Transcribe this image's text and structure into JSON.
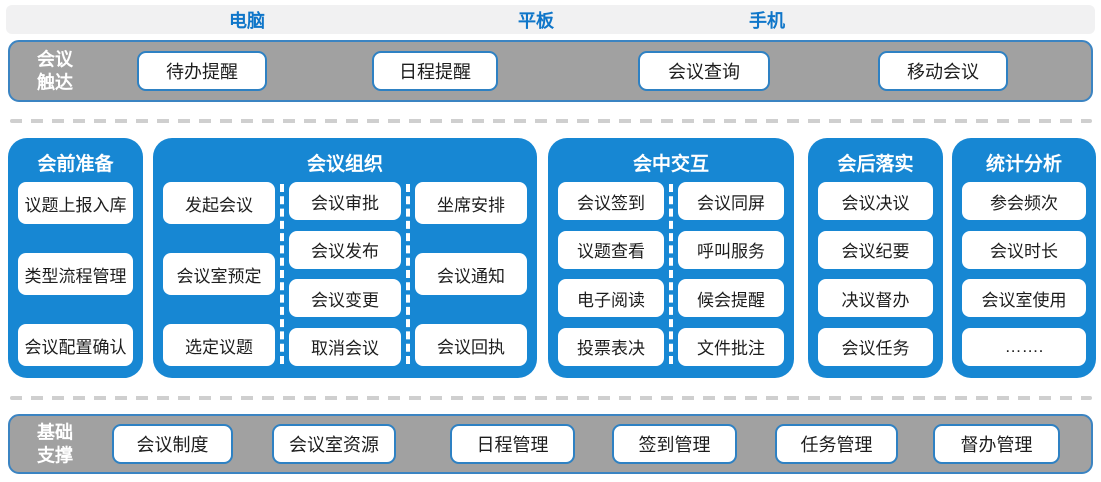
{
  "colors": {
    "phase_blue": "#1787d3",
    "band_gray": "#a1a1a1",
    "border_blue": "#2e81c3",
    "device_label_blue": "#0f76c9",
    "strip_bg": "#f1f1f2"
  },
  "device_strip": {
    "labels": [
      "电脑",
      "平板",
      "手机"
    ]
  },
  "reach_band": {
    "title": "会议\n触达",
    "items": [
      "待办提醒",
      "日程提醒",
      "会议查询",
      "移动会议"
    ]
  },
  "phases": [
    {
      "title": "会前准备",
      "columns": [
        [
          "议题上报入库",
          "类型流程管理",
          "会议配置确认"
        ]
      ]
    },
    {
      "title": "会议组织",
      "columns": [
        [
          "发起会议",
          "会议室预定",
          "选定议题"
        ],
        [
          "会议审批",
          "会议发布",
          "会议变更",
          "取消会议"
        ],
        [
          "坐席安排",
          "会议通知",
          "会议回执"
        ]
      ]
    },
    {
      "title": "会中交互",
      "columns": [
        [
          "会议签到",
          "议题查看",
          "电子阅读",
          "投票表决"
        ],
        [
          "会议同屏",
          "呼叫服务",
          "候会提醒",
          "文件批注"
        ]
      ]
    },
    {
      "title": "会后落实",
      "columns": [
        [
          "会议决议",
          "会议纪要",
          "决议督办",
          "会议任务"
        ]
      ]
    },
    {
      "title": "统计分析",
      "columns": [
        [
          "参会频次",
          "会议时长",
          "会议室使用",
          "……."
        ]
      ]
    }
  ],
  "support_band": {
    "title": "基础\n支撑",
    "items": [
      "会议制度",
      "会议室资源",
      "日程管理",
      "签到管理",
      "任务管理",
      "督办管理"
    ]
  }
}
